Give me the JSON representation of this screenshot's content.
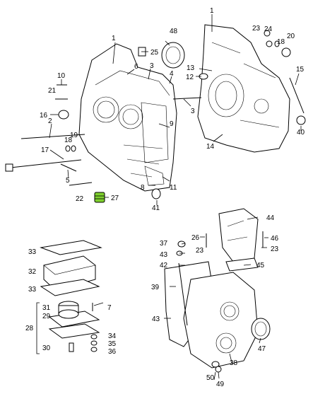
{
  "callouts": {
    "c1a": "1",
    "c1b": "1",
    "c2": "2",
    "c3a": "3",
    "c3b": "3",
    "c4": "4",
    "c5": "5",
    "c6": "6",
    "c7": "7",
    "c8": "8",
    "c9": "9",
    "c10": "10",
    "c11": "11",
    "c12": "12",
    "c13": "13",
    "c14": "14",
    "c15": "15",
    "c16": "16",
    "c17": "17",
    "c18a": "18",
    "c18b": "18",
    "c19": "19",
    "c20": "20",
    "c21": "21",
    "c22": "22",
    "c23a": "23",
    "c23b": "23",
    "c23c": "23",
    "c24": "24",
    "c25": "25",
    "c26": "26",
    "c27": "27",
    "c28": "28",
    "c29": "29",
    "c30": "30",
    "c31": "31",
    "c32": "32",
    "c33a": "33",
    "c33b": "33",
    "c34": "34",
    "c35": "35",
    "c36": "36",
    "c37": "37",
    "c38": "38",
    "c39": "39",
    "c40": "40",
    "c41": "41",
    "c42": "42",
    "c43a": "43",
    "c43b": "43",
    "c44": "44",
    "c45": "45",
    "c46": "46",
    "c47": "47",
    "c48": "48",
    "c49": "49",
    "c50": "50"
  },
  "colors": {
    "highlight": "#7fd12e",
    "ink": "#000000",
    "background": "#ffffff"
  },
  "highlighted_part": "27"
}
